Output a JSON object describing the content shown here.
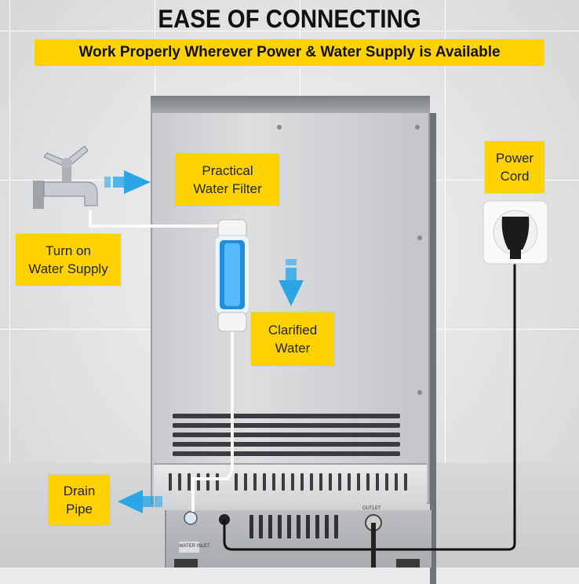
{
  "header": {
    "title": "EASE OF CONNECTING",
    "banner": "Work Properly Wherever Power & Water Supply is Available"
  },
  "labels": {
    "filter": "Practical\nWater Filter",
    "water_supply": "Turn on\nWater Supply",
    "clarified": "Clarified\nWater",
    "power": "Power\nCord",
    "drain": "Drain\nPipe"
  },
  "ports": {
    "water_inlet": "WATER INLET",
    "outlet": "OUTLET"
  },
  "colors": {
    "accent_yellow": "#ffd200",
    "arrow_blue": "#2aa6e6",
    "filter_blue": "#1e8fe0"
  },
  "icons": [
    "faucet-icon",
    "power-socket-icon",
    "arrow-right-icon",
    "arrow-down-icon",
    "arrow-left-icon"
  ]
}
